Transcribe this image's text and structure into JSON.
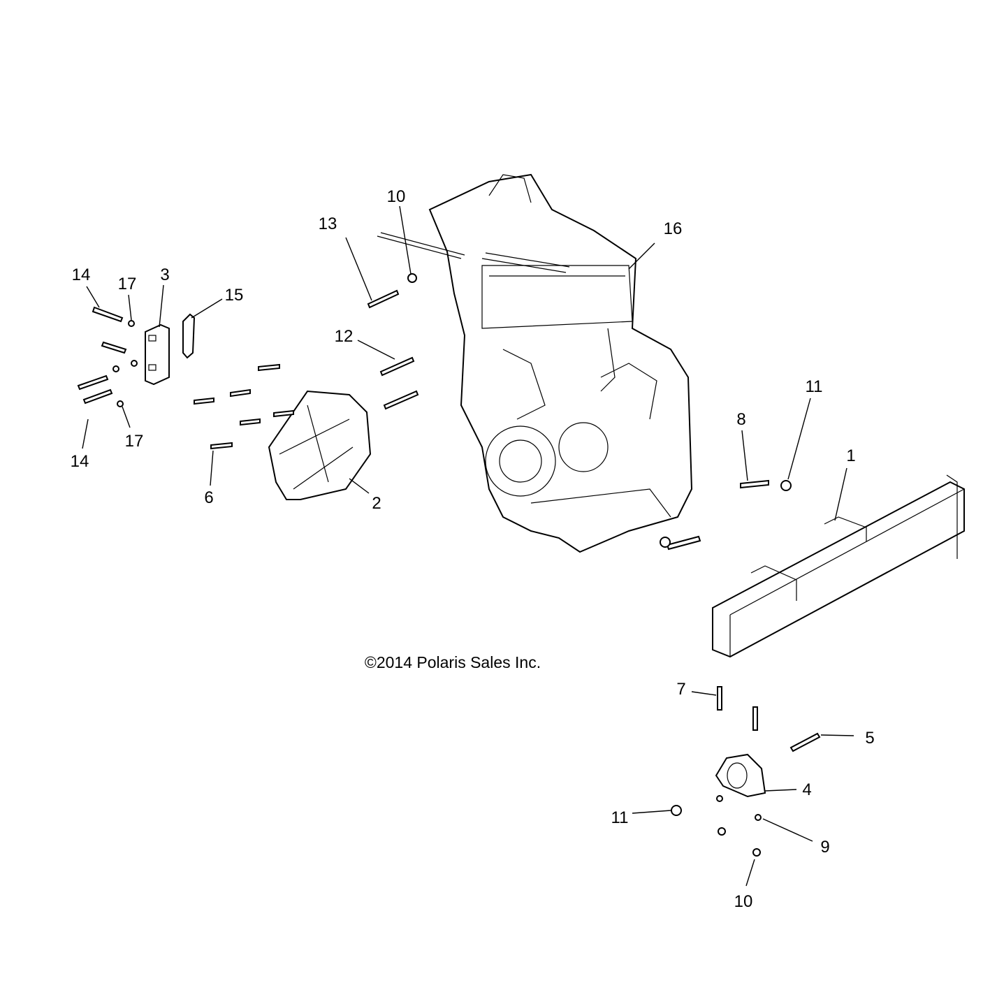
{
  "diagram": {
    "copyright": "©2014 Polaris Sales Inc.",
    "callouts": [
      {
        "id": "10a",
        "label": "10"
      },
      {
        "id": "13",
        "label": "13"
      },
      {
        "id": "16",
        "label": "16"
      },
      {
        "id": "14a",
        "label": "14"
      },
      {
        "id": "17a",
        "label": "17"
      },
      {
        "id": "3",
        "label": "3"
      },
      {
        "id": "15",
        "label": "15"
      },
      {
        "id": "12",
        "label": "12"
      },
      {
        "id": "11a",
        "label": "11"
      },
      {
        "id": "8",
        "label": "8"
      },
      {
        "id": "1",
        "label": "1"
      },
      {
        "id": "14b",
        "label": "14"
      },
      {
        "id": "17b",
        "label": "17"
      },
      {
        "id": "6",
        "label": "6"
      },
      {
        "id": "2",
        "label": "2"
      },
      {
        "id": "7",
        "label": "7"
      },
      {
        "id": "5",
        "label": "5"
      },
      {
        "id": "4",
        "label": "4"
      },
      {
        "id": "11b",
        "label": "11"
      },
      {
        "id": "9",
        "label": "9"
      },
      {
        "id": "10b",
        "label": "10"
      }
    ]
  }
}
